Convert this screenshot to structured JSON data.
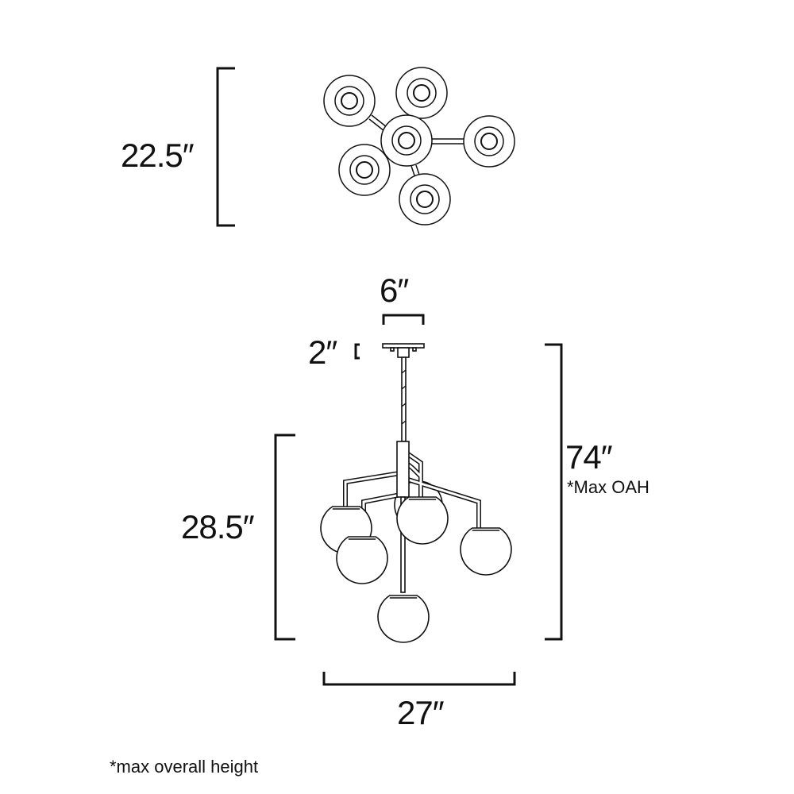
{
  "dimensions": {
    "top_view_width": "22.5″",
    "canopy_width": "6″",
    "canopy_height": "2″",
    "overall_height": "74″",
    "overall_height_note": "*Max OAH",
    "fixture_height": "28.5″",
    "fixture_width": "27″"
  },
  "footnote": "*max overall height",
  "colors": {
    "line": "#111111",
    "background": "#ffffff"
  }
}
